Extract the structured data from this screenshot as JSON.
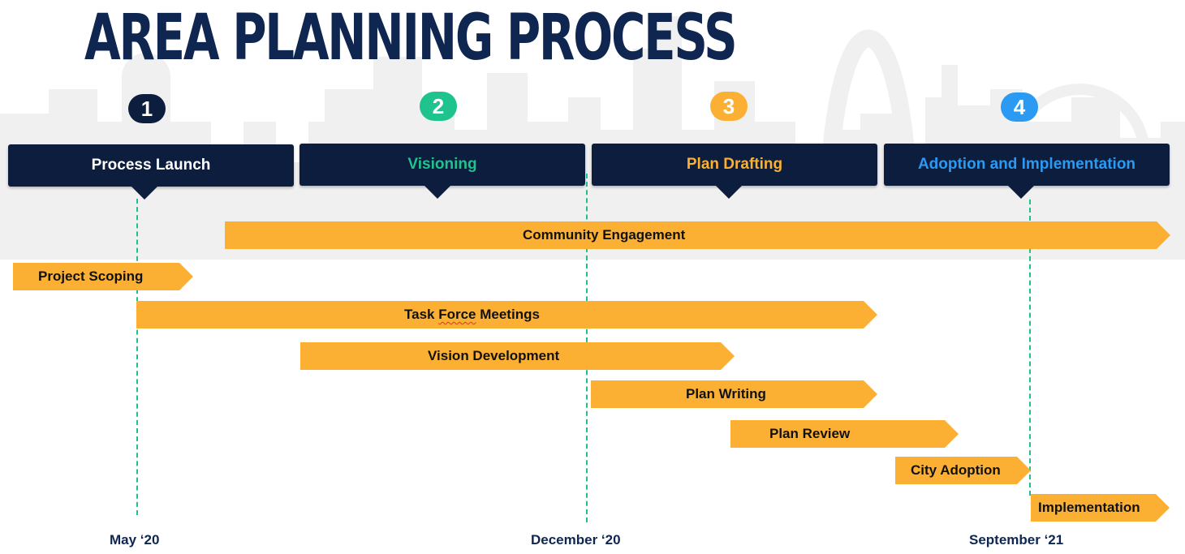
{
  "title": "AREA PLANNING PROCESS",
  "phases": [
    {
      "number": "1",
      "label": "Process Launch",
      "badge_color": "#0c1d3d",
      "text_color": "#ffffff"
    },
    {
      "number": "2",
      "label": "Visioning",
      "badge_color": "#1fc38e",
      "text_color": "#1fc38e"
    },
    {
      "number": "3",
      "label": "Plan Drafting",
      "badge_color": "#fbb034",
      "text_color": "#fbb034"
    },
    {
      "number": "4",
      "label": "Adoption and Implementation",
      "badge_color": "#2b9af3",
      "text_color": "#2b9af3"
    }
  ],
  "tasks": [
    {
      "label": "Community Engagement"
    },
    {
      "label": "Project Scoping"
    },
    {
      "label_parts": [
        "Task ",
        "Force",
        " Meetings"
      ]
    },
    {
      "label": "Vision Development"
    },
    {
      "label": "Plan Writing"
    },
    {
      "label": "Plan Review"
    },
    {
      "label": "City Adoption"
    },
    {
      "label": "Implementation"
    }
  ],
  "dates": [
    "May ‘20",
    "December ‘20",
    "September ‘21"
  ],
  "colors": {
    "navy": "#0c1d3d",
    "title": "#0f2650",
    "bar": "#fbb034",
    "milestone_line": "#1fbf8f"
  }
}
